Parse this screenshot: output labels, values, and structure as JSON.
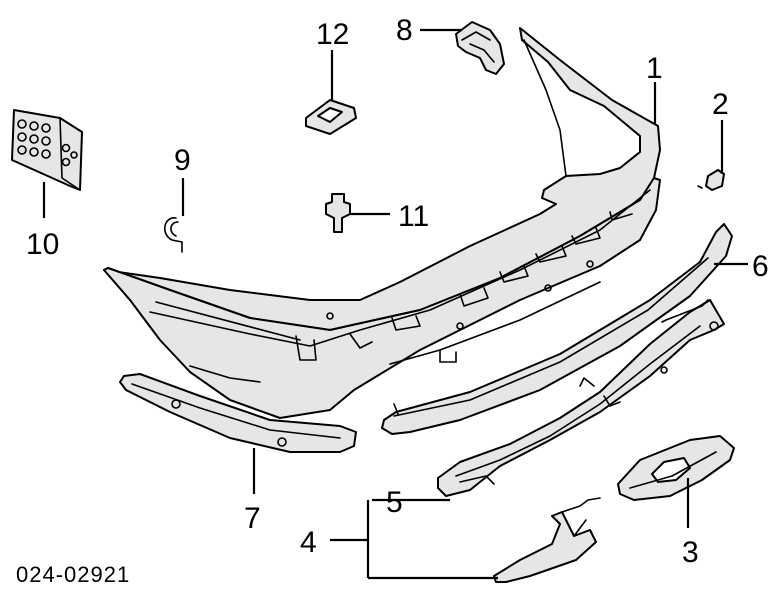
{
  "diagram": {
    "reference_code": "024-02921",
    "callouts": [
      {
        "id": "callout-1",
        "label": "1"
      },
      {
        "id": "callout-2",
        "label": "2"
      },
      {
        "id": "callout-3",
        "label": "3"
      },
      {
        "id": "callout-4",
        "label": "4"
      },
      {
        "id": "callout-5",
        "label": "5"
      },
      {
        "id": "callout-6",
        "label": "6"
      },
      {
        "id": "callout-7",
        "label": "7"
      },
      {
        "id": "callout-8",
        "label": "8"
      },
      {
        "id": "callout-9",
        "label": "9"
      },
      {
        "id": "callout-10",
        "label": "10"
      },
      {
        "id": "callout-11",
        "label": "11"
      },
      {
        "id": "callout-12",
        "label": "12"
      }
    ]
  }
}
